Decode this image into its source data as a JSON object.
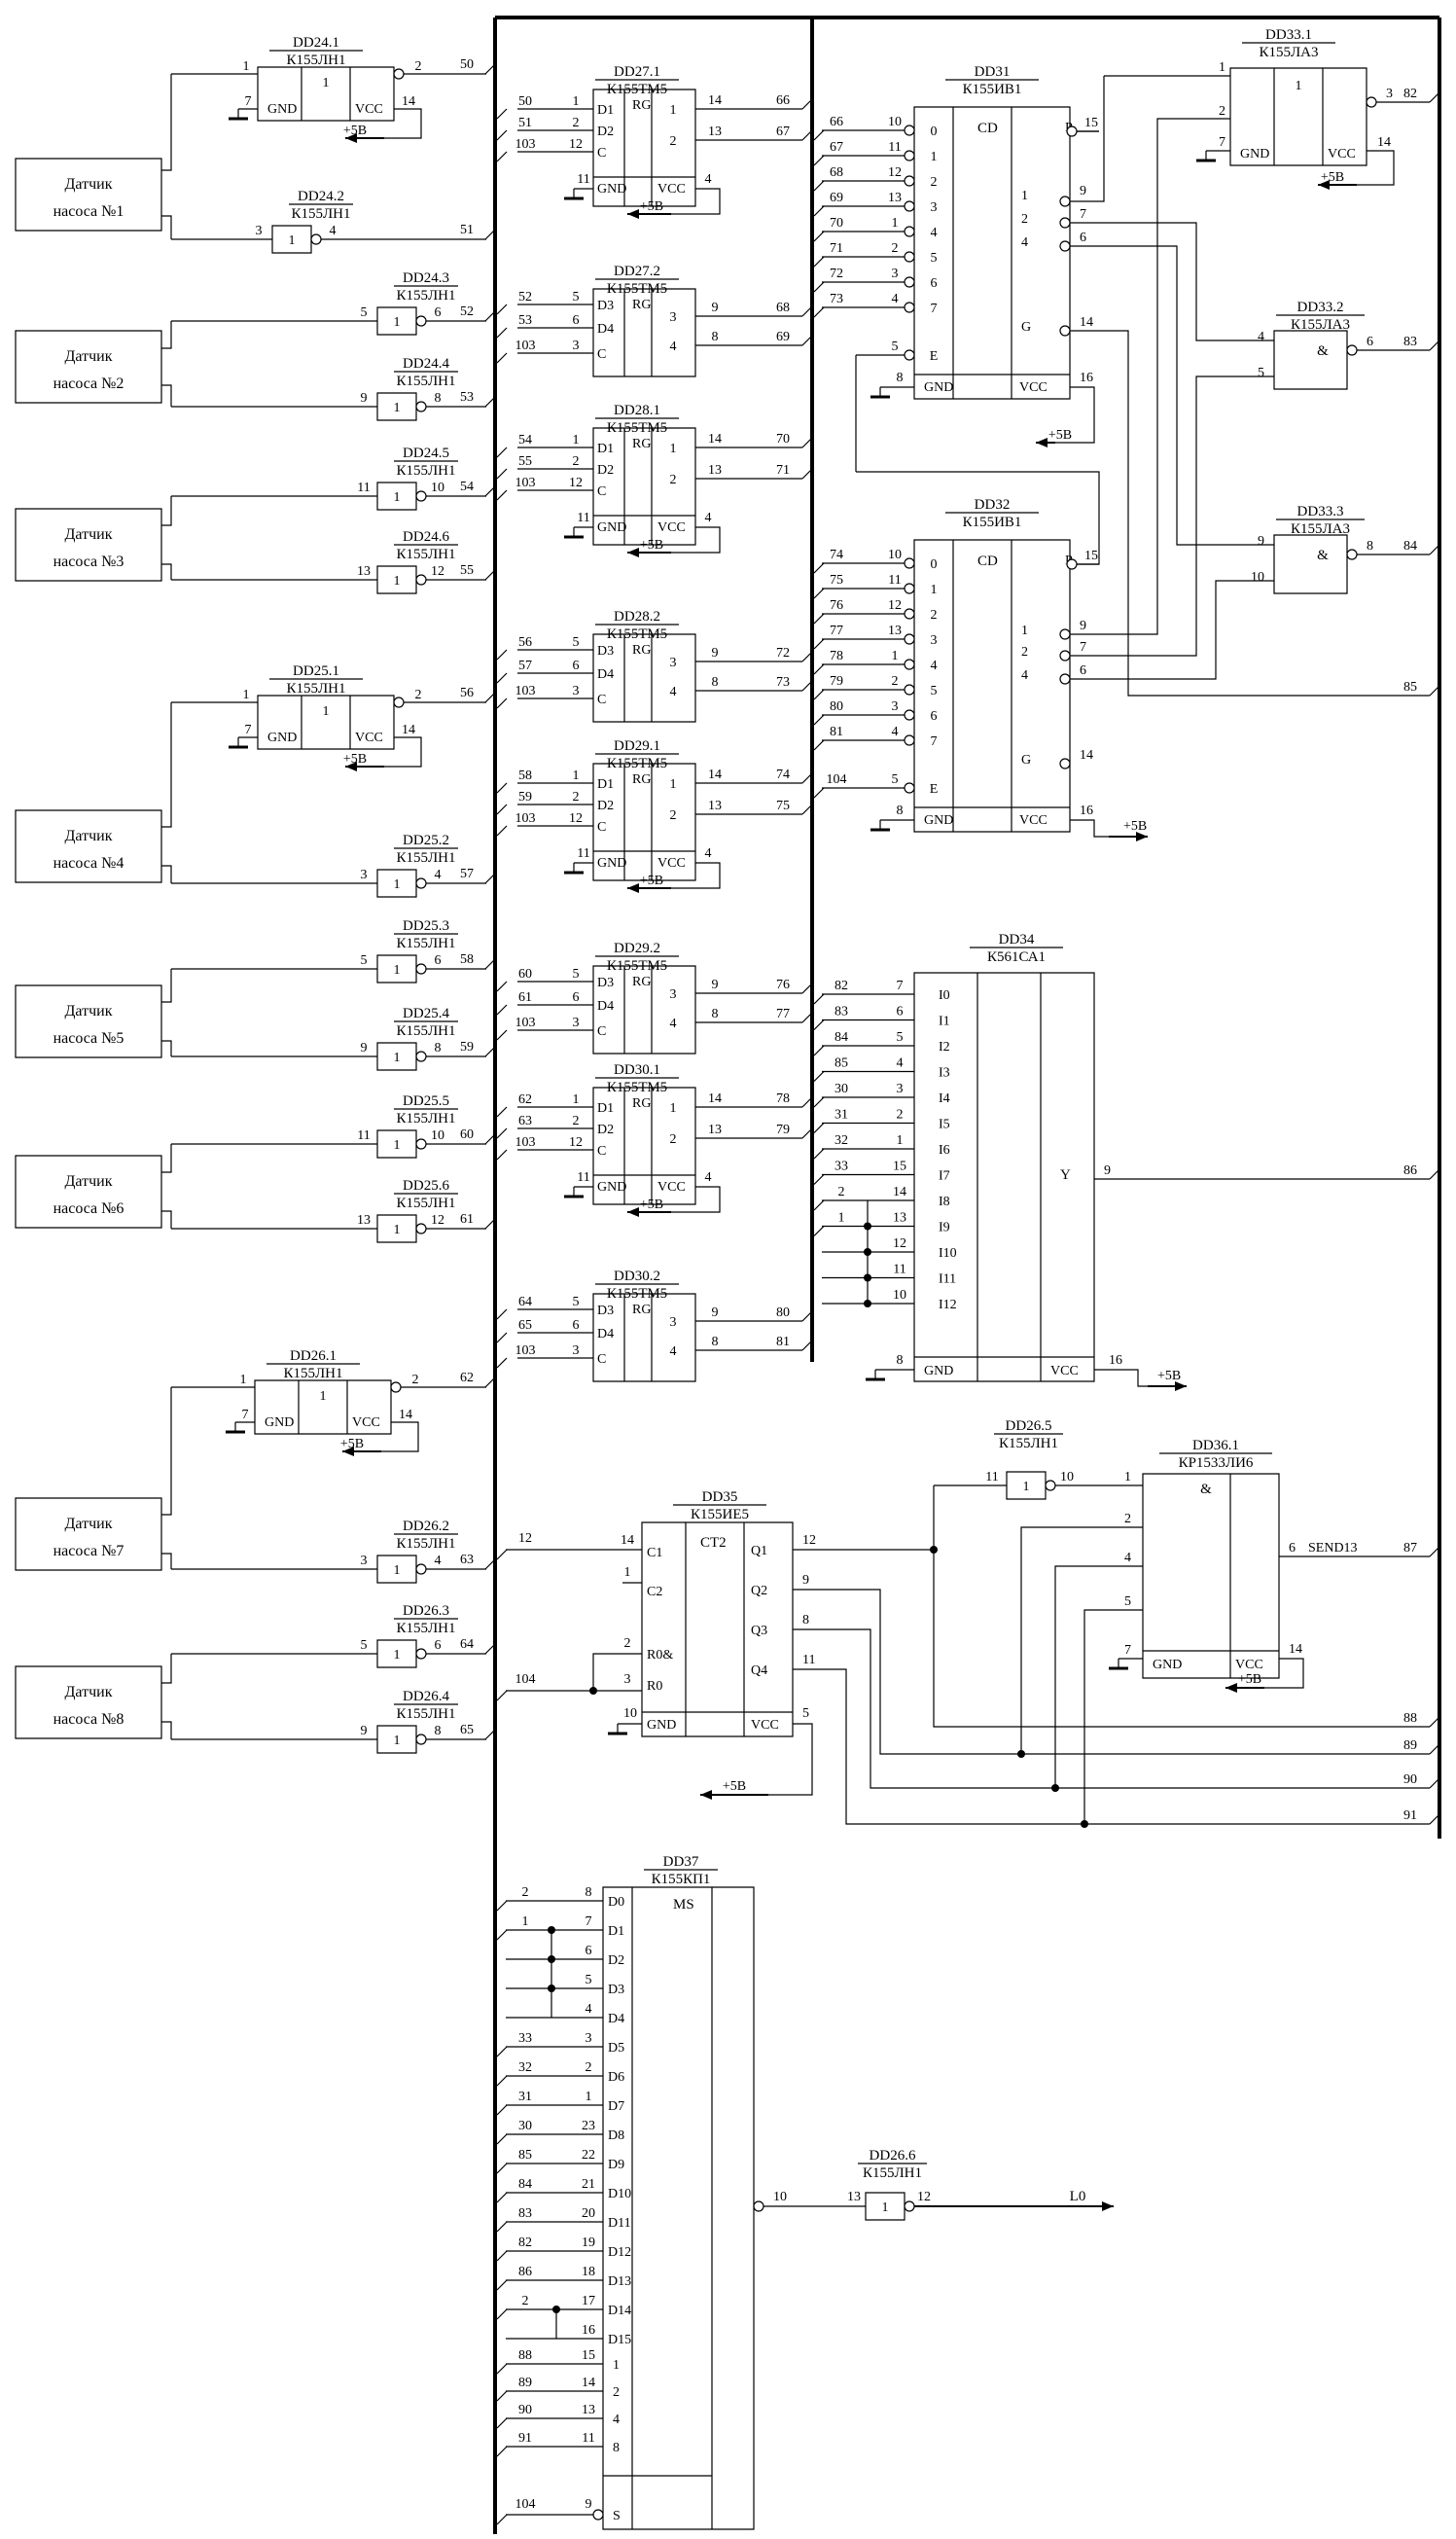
{
  "sensors": [
    {
      "id": "s1",
      "l1": "Датчик",
      "l2": "насоса №1"
    },
    {
      "id": "s2",
      "l1": "Датчик",
      "l2": "насоса №2"
    },
    {
      "id": "s3",
      "l1": "Датчик",
      "l2": "насоса №3"
    },
    {
      "id": "s4",
      "l1": "Датчик",
      "l2": "насоса №4"
    },
    {
      "id": "s5",
      "l1": "Датчик",
      "l2": "насоса №5"
    },
    {
      "id": "s6",
      "l1": "Датчик",
      "l2": "насоса №6"
    },
    {
      "id": "s7",
      "l1": "Датчик",
      "l2": "насоса №7"
    },
    {
      "id": "s8",
      "l1": "Датчик",
      "l2": "насоса №8"
    }
  ],
  "inverters": [
    {
      "ref": "DD24.1",
      "type": "К155ЛН1",
      "in": "1",
      "out": "2",
      "net": "50",
      "full": true
    },
    {
      "ref": "DD24.2",
      "type": "К155ЛН1",
      "in": "3",
      "out": "4",
      "net": "51"
    },
    {
      "ref": "DD24.3",
      "type": "К155ЛН1",
      "in": "5",
      "out": "6",
      "net": "52"
    },
    {
      "ref": "DD24.4",
      "type": "К155ЛН1",
      "in": "9",
      "out": "8",
      "net": "53"
    },
    {
      "ref": "DD24.5",
      "type": "К155ЛН1",
      "in": "11",
      "out": "10",
      "net": "54"
    },
    {
      "ref": "DD24.6",
      "type": "К155ЛН1",
      "in": "13",
      "out": "12",
      "net": "55"
    },
    {
      "ref": "DD25.1",
      "type": "К155ЛН1",
      "in": "1",
      "out": "2",
      "net": "56",
      "full": true
    },
    {
      "ref": "DD25.2",
      "type": "К155ЛН1",
      "in": "3",
      "out": "4",
      "net": "57"
    },
    {
      "ref": "DD25.3",
      "type": "К155ЛН1",
      "in": "5",
      "out": "6",
      "net": "58"
    },
    {
      "ref": "DD25.4",
      "type": "К155ЛН1",
      "in": "9",
      "out": "8",
      "net": "59"
    },
    {
      "ref": "DD25.5",
      "type": "К155ЛН1",
      "in": "11",
      "out": "10",
      "net": "60"
    },
    {
      "ref": "DD25.6",
      "type": "К155ЛН1",
      "in": "13",
      "out": "12",
      "net": "61"
    },
    {
      "ref": "DD26.1",
      "type": "К155ЛН1",
      "in": "1",
      "out": "2",
      "net": "62",
      "full": true
    },
    {
      "ref": "DD26.2",
      "type": "К155ЛН1",
      "in": "3",
      "out": "4",
      "net": "63"
    },
    {
      "ref": "DD26.3",
      "type": "К155ЛН1",
      "in": "5",
      "out": "6",
      "net": "64"
    },
    {
      "ref": "DD26.4",
      "type": "К155ЛН1",
      "in": "9",
      "out": "8",
      "net": "65"
    }
  ],
  "registers": [
    {
      "ref": "DD27.1",
      "type": "К155ТМ5",
      "ins": [
        "50",
        "51",
        "103"
      ],
      "outs": [
        "66",
        "67"
      ],
      "full": true
    },
    {
      "ref": "DD27.2",
      "type": "К155ТМ5",
      "ins": [
        "52",
        "53",
        "103"
      ],
      "outs": [
        "68",
        "69"
      ]
    },
    {
      "ref": "DD28.1",
      "type": "К155ТМ5",
      "ins": [
        "54",
        "55",
        "103"
      ],
      "outs": [
        "70",
        "71"
      ],
      "full": true
    },
    {
      "ref": "DD28.2",
      "type": "К155ТМ5",
      "ins": [
        "56",
        "57",
        "103"
      ],
      "outs": [
        "72",
        "73"
      ]
    },
    {
      "ref": "DD29.1",
      "type": "К155ТМ5",
      "ins": [
        "58",
        "59",
        "103"
      ],
      "outs": [
        "74",
        "75"
      ],
      "full": true
    },
    {
      "ref": "DD29.2",
      "type": "К155ТМ5",
      "ins": [
        "60",
        "61",
        "103"
      ],
      "outs": [
        "76",
        "77"
      ]
    },
    {
      "ref": "DD30.1",
      "type": "К155ТМ5",
      "ins": [
        "62",
        "63",
        "103"
      ],
      "outs": [
        "78",
        "79"
      ],
      "full": true
    },
    {
      "ref": "DD30.2",
      "type": "К155ТМ5",
      "ins": [
        "64",
        "65",
        "103"
      ],
      "outs": [
        "80",
        "81"
      ]
    }
  ],
  "dd31": {
    "ref": "DD31",
    "type": "К155ИВ1",
    "ins": [
      "66",
      "67",
      "68",
      "69",
      "70",
      "71",
      "72",
      "73"
    ],
    "e": "5",
    "pins": [
      "10",
      "11",
      "12",
      "13",
      "1",
      "2",
      "3",
      "4"
    ]
  },
  "dd32": {
    "ref": "DD32",
    "type": "К155ИВ1",
    "ins": [
      "74",
      "75",
      "76",
      "77",
      "78",
      "79",
      "80",
      "81"
    ],
    "e": "104",
    "pins": [
      "10",
      "11",
      "12",
      "13",
      "1",
      "2",
      "3",
      "4"
    ]
  },
  "gates": {
    "dd331": {
      "ref": "DD33.1",
      "type": "К155ЛА3",
      "out": "82"
    },
    "dd332": {
      "ref": "DD33.2",
      "type": "К155ЛА3",
      "out": "83"
    },
    "dd333": {
      "ref": "DD33.3",
      "type": "К155ЛА3",
      "out": "84"
    },
    "n85": "85"
  },
  "dd34": {
    "ref": "DD34",
    "type": "К561СА1",
    "ins": [
      "82",
      "83",
      "84",
      "85",
      "30",
      "31",
      "32",
      "33",
      "2",
      "1"
    ],
    "names": [
      "I0",
      "I1",
      "I2",
      "I3",
      "I4",
      "I5",
      "I6",
      "I7",
      "I8",
      "I9",
      "I10",
      "I11",
      "I12"
    ],
    "pins": [
      "7",
      "6",
      "5",
      "4",
      "3",
      "2",
      "1",
      "15",
      "14",
      "13",
      "12",
      "11",
      "10"
    ],
    "out": "86"
  },
  "dd35": {
    "ref": "DD35",
    "type": "К155ИЕ5",
    "c1": "12",
    "r": "104",
    "outs": [
      "88",
      "89",
      "90",
      "91"
    ],
    "qpins": [
      "12",
      "9",
      "8",
      "11"
    ]
  },
  "dd265": {
    "ref": "DD26.5",
    "type": "К155ЛН1"
  },
  "dd361": {
    "ref": "DD36.1",
    "type": "КР1533ЛИ6",
    "outname": "SEND13",
    "net": "87"
  },
  "dd37": {
    "ref": "DD37",
    "type": "К155КП1",
    "d": [
      "D0",
      "D1",
      "D2",
      "D3",
      "D4",
      "D5",
      "D6",
      "D7",
      "D8",
      "D9",
      "D10",
      "D11",
      "D12",
      "D13",
      "D14",
      "D15"
    ],
    "dpins": [
      "8",
      "7",
      "6",
      "5",
      "4",
      "3",
      "2",
      "1",
      "23",
      "22",
      "21",
      "20",
      "19",
      "18",
      "17",
      "16"
    ],
    "dnets": [
      "2",
      "1",
      "",
      "",
      "",
      "33",
      "32",
      "31",
      "30",
      "85",
      "84",
      "83",
      "82",
      "86",
      "2",
      ""
    ],
    "sel": [
      "1",
      "2",
      "4",
      "8"
    ],
    "selpins": [
      "15",
      "14",
      "13",
      "11"
    ],
    "selnets": [
      "88",
      "89",
      "90",
      "91"
    ],
    "snet": "104",
    "spin": "9",
    "out": "10"
  },
  "dd266": {
    "ref": "DD26.6",
    "type": "К155ЛН1",
    "net": "L0"
  },
  "common": {
    "gnd": "GND",
    "vcc": "VCC",
    "pwr": "+5В",
    "rg": "RG",
    "cd": "CD",
    "ms": "MS",
    "ct": "CT2"
  }
}
